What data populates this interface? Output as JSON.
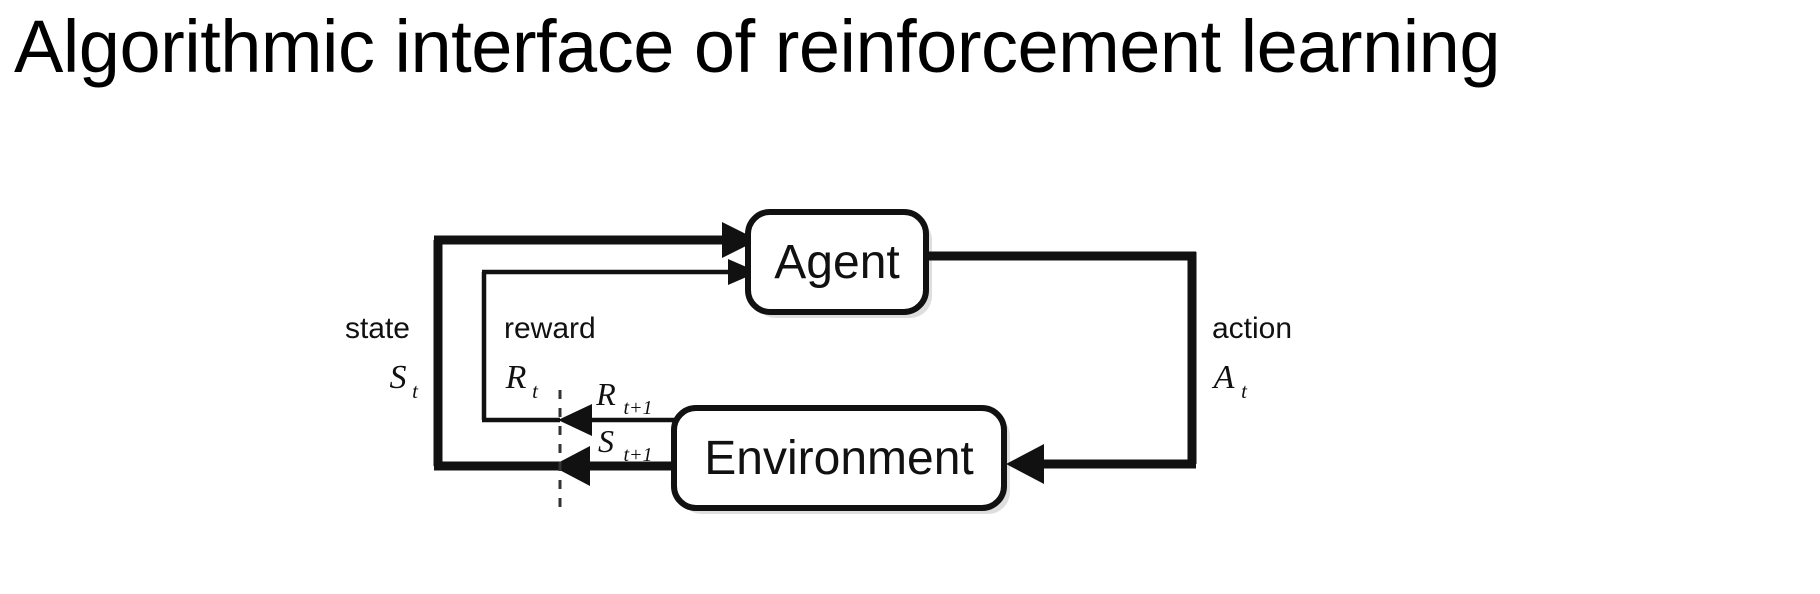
{
  "slide": {
    "title": "Algorithmic interface of reinforcement learning",
    "background_color": "#ffffff",
    "text_color": "#000000"
  },
  "diagram": {
    "kind": "agent-environment-interaction-loop",
    "source_style": "Sutton & Barto reinforcement learning interface",
    "line_color": "#111111",
    "box_fill": "#ffffff",
    "box_stroke": "#111111",
    "shadow_color": "#b8b8b8",
    "nodes": [
      {
        "id": "agent",
        "label": "Agent"
      },
      {
        "id": "environment",
        "label": "Environment"
      }
    ],
    "edge_labels": {
      "state_word": "state",
      "state_symbol": "S",
      "state_subscript": "t",
      "reward_word": "reward",
      "reward_symbol": "R",
      "reward_subscript": "t",
      "action_word": "action",
      "action_symbol": "A",
      "action_subscript": "t",
      "next_reward_symbol": "R",
      "next_reward_subscript": "t+1",
      "next_state_symbol": "S",
      "next_state_subscript": "t+1"
    },
    "divider": {
      "name": "time-step-boundary",
      "style": "dashed"
    }
  }
}
